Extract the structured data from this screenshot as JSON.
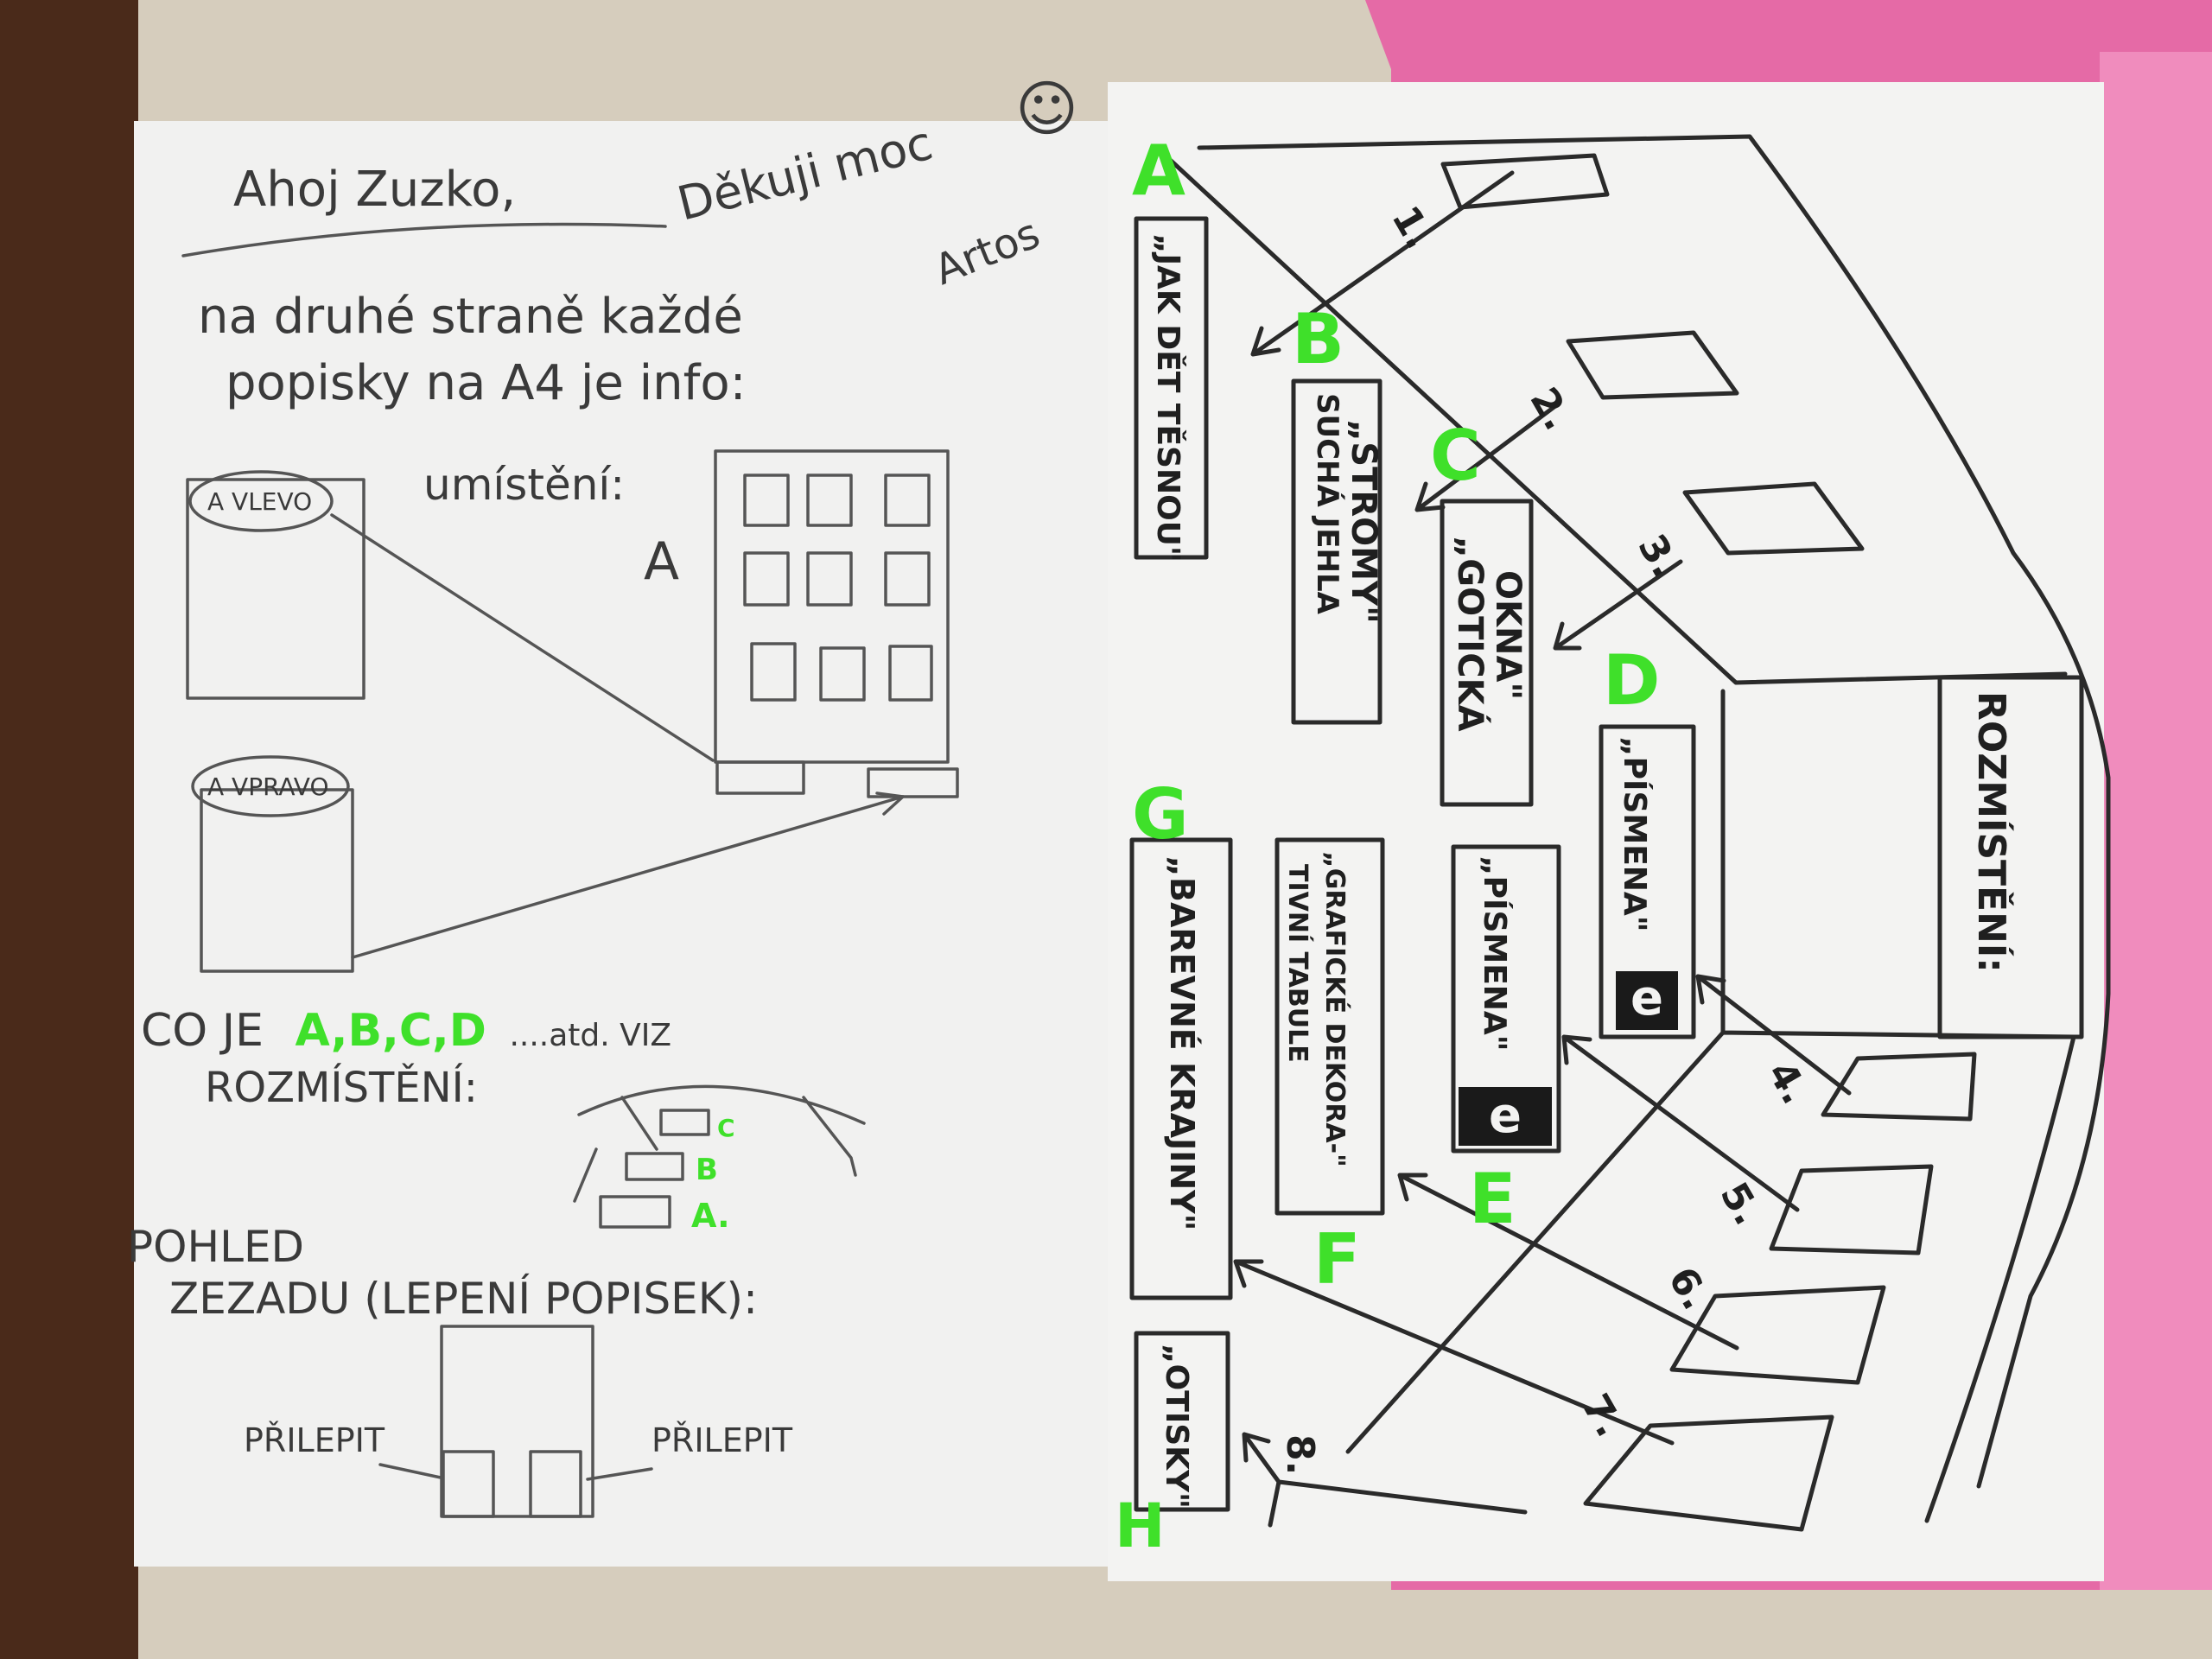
{
  "colors": {
    "highlight_green": "#3fe02a",
    "paper": "#f1f1f0",
    "folder_pink": "#e56aa6",
    "table": "#d8cfbf",
    "wood": "#4a2a1a"
  },
  "left_page": {
    "greeting": "Ahoj Zuzko,",
    "thanks": "Děkuji moc",
    "smiley": "☺",
    "signature": "Artos",
    "line1": "na druhé straně každé",
    "line2": "popisky na A4 je info:",
    "placement_label": "umístění:",
    "left_label": "A VLEVO",
    "right_label": "A VPRAVO",
    "building_letter": "A",
    "what_is": {
      "prefix": "CO JE",
      "letters": "A,B,C,D",
      "suffix": "....atd. VIZ"
    },
    "layout_ref": "ROZMÍSTĚNÍ:",
    "mini_labels": [
      "C",
      "B",
      "A."
    ],
    "back_view_1": "POHLED",
    "back_view_2": "ZEZADU (LEPENÍ POPISEK):",
    "glue_left": "PŘILEPIT",
    "glue_right": "PŘILEPIT"
  },
  "right_page": {
    "sections": [
      {
        "letter": "A",
        "lines": [
          "„JAK DĚT TĚSNOU\""
        ]
      },
      {
        "letter": "B",
        "lines": [
          "SUCHÁ JEHLA",
          "„STROMY\""
        ]
      },
      {
        "letter": "C",
        "lines": [
          "„GOTICKÁ",
          "OKNA\""
        ]
      },
      {
        "letter": "D",
        "lines": [
          "„PÍSMENA\""
        ]
      },
      {
        "letter": "E",
        "lines": [
          "„PÍSMENA\""
        ]
      },
      {
        "letter": "F",
        "lines": [
          "„GRAFICKÉ DEKORA-\"",
          "TIVNÍ TABULE"
        ]
      },
      {
        "letter": "G",
        "lines": [
          "„BAREVNÉ KRAJINY\""
        ]
      },
      {
        "letter": "H",
        "lines": [
          "„OTISKY\""
        ]
      }
    ],
    "logo_letter": "e",
    "layout_title": "ROZMÍSTĚNÍ:",
    "numbers": [
      "1.",
      "2.",
      "3.",
      "4.",
      "5.",
      "6.",
      "7.",
      "8."
    ]
  }
}
